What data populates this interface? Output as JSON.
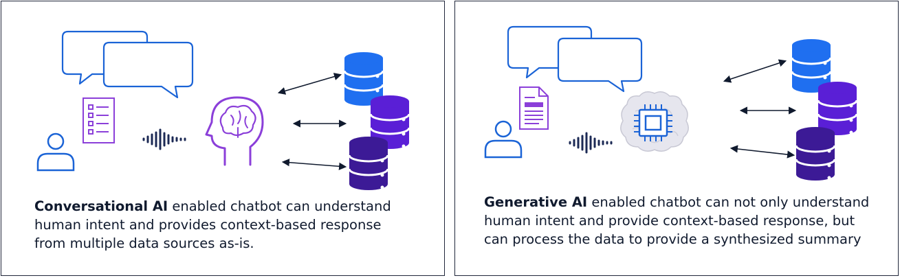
{
  "left_panel": {
    "term": "Conversational AI",
    "lines": [
      " enabled chatbot can understand",
      "human intent and provides context-based response",
      "from multiple data sources as-is."
    ]
  },
  "right_panel": {
    "term": "Generative AI",
    "lines": [
      " enabled chatbot can not only understand",
      "human intent and provide context-based response, but",
      "can process the data to provide a synthesized summary"
    ]
  },
  "colors": {
    "bubble_blue": "#1a63d6",
    "icon_purple": "#8b3fd9",
    "db_blue": "#1f6ff0",
    "db_violet": "#5a1fd6",
    "db_indigo": "#3c1a96",
    "text_dark": "#101a2e",
    "frame": "#20263a"
  }
}
